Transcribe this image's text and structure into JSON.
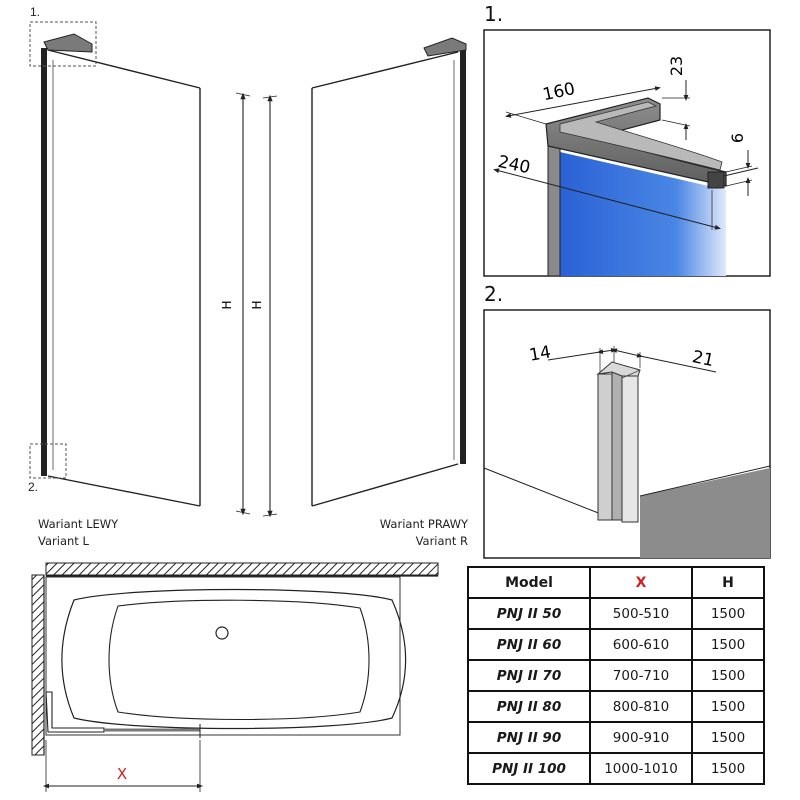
{
  "detail_refs": {
    "ref1": "1.",
    "ref2": "2."
  },
  "panel_headings": {
    "panel1": "1.",
    "panel2": "2."
  },
  "dimension_labels": {
    "height_left": "H",
    "height_right": "H",
    "width_x": "X",
    "d160": "160",
    "d23": "23",
    "d240": "240",
    "d6": "6",
    "d14": "14",
    "d21": "21"
  },
  "variants": {
    "left": {
      "line1": "Wariant LEWY",
      "line2": "Variant L"
    },
    "right": {
      "line1": "Wariant PRAWY",
      "line2": "Variant R"
    }
  },
  "table": {
    "headers": {
      "model": "Model",
      "x": "X",
      "h": "H"
    },
    "rows": [
      {
        "model": "PNJ II 50",
        "x": "500-510",
        "h": "1500"
      },
      {
        "model": "PNJ II 60",
        "x": "600-610",
        "h": "1500"
      },
      {
        "model": "PNJ II 70",
        "x": "700-710",
        "h": "1500"
      },
      {
        "model": "PNJ II 80",
        "x": "800-810",
        "h": "1500"
      },
      {
        "model": "PNJ II 90",
        "x": "900-910",
        "h": "1500"
      },
      {
        "model": "PNJ II 100",
        "x": "1000-1010",
        "h": "1500"
      }
    ]
  },
  "colors": {
    "accent_x": "#d42020",
    "glass_blue": "#2f6fd8",
    "line": "#222222"
  }
}
